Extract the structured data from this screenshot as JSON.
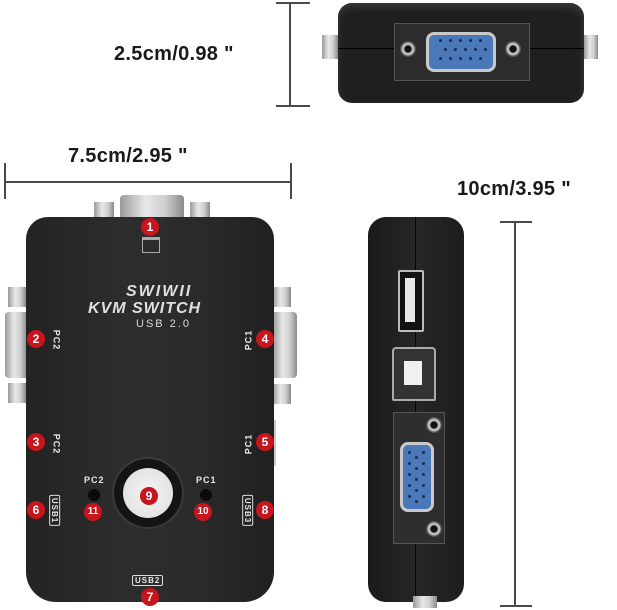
{
  "dimensions": {
    "height_label": "2.5cm/0.98 \"",
    "width_label": "7.5cm/2.95 \"",
    "length_label": "10cm/3.95 \""
  },
  "device": {
    "brand": "SWIWII",
    "model": "KVM SWITCH",
    "interface": "USB 2.0",
    "body_color": "#2a2a2a",
    "vga_color": "#4a78b8"
  },
  "callouts": [
    {
      "number": "1",
      "label": "monitor-port"
    },
    {
      "number": "2",
      "label": "PC2"
    },
    {
      "number": "3",
      "label": "PC2"
    },
    {
      "number": "4",
      "label": "PC1"
    },
    {
      "number": "5",
      "label": "PC1"
    },
    {
      "number": "6",
      "label": "USB1"
    },
    {
      "number": "7",
      "label": "USB2"
    },
    {
      "number": "8",
      "label": "USB3"
    },
    {
      "number": "9",
      "label": "switch-button"
    },
    {
      "number": "10",
      "label": "PC1"
    },
    {
      "number": "11",
      "label": "PC2"
    }
  ],
  "port_labels": {
    "pc2_left_top": "PC2",
    "pc2_left_bottom": "PC2",
    "pc1_right_top": "PC1",
    "pc1_right_bottom": "PC1",
    "usb1": "USB1",
    "usb2": "USB2",
    "usb3": "USB3",
    "led_pc2": "PC2",
    "led_pc1": "PC1"
  },
  "badge_color": "#c8141c"
}
